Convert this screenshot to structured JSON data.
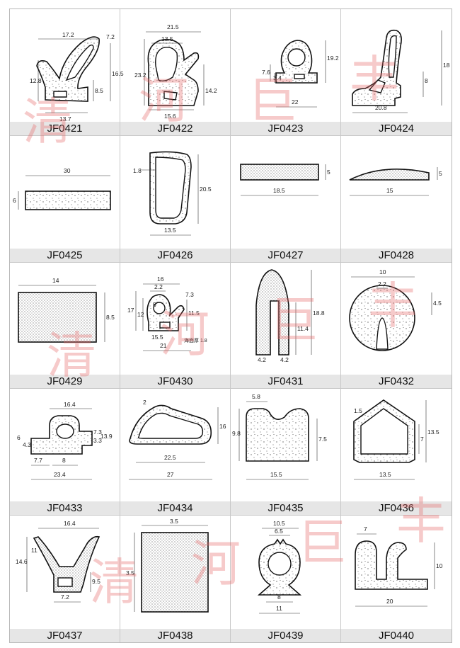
{
  "watermark": {
    "text": [
      "清",
      "河",
      "巨",
      "丰"
    ],
    "color": "#e86a6a"
  },
  "parts": [
    {
      "code": "JF0421",
      "dims": [
        "17.2",
        "7.2",
        "12.8",
        "16.5",
        "8.5",
        "13.7"
      ]
    },
    {
      "code": "JF0422",
      "dims": [
        "21.5",
        "13.5",
        "23.2",
        "14.2",
        "15.6"
      ]
    },
    {
      "code": "JF0423",
      "dims": [
        "7.6",
        "3.4",
        "19.2",
        "22"
      ]
    },
    {
      "code": "JF0424",
      "dims": [
        "18",
        "8",
        "20.8"
      ]
    },
    {
      "code": "JF0425",
      "dims": [
        "30",
        "6"
      ]
    },
    {
      "code": "JF0426",
      "dims": [
        "1.8",
        "20.5",
        "13.5"
      ]
    },
    {
      "code": "JF0427",
      "dims": [
        "5",
        "18.5"
      ]
    },
    {
      "code": "JF0428",
      "dims": [
        "5",
        "15"
      ]
    },
    {
      "code": "JF0429",
      "dims": [
        "14",
        "8.5"
      ]
    },
    {
      "code": "JF0430",
      "dims": [
        "16",
        "2.2",
        "17",
        "12",
        "6",
        "7.3",
        "11.5",
        "15.5",
        "21",
        "海面厚 1.8"
      ]
    },
    {
      "code": "JF0431",
      "dims": [
        "18.8",
        "11.4",
        "4.2",
        "4.2"
      ]
    },
    {
      "code": "JF0432",
      "dims": [
        "10",
        "2.2",
        "4.5"
      ]
    },
    {
      "code": "JF0433",
      "dims": [
        "16.4",
        "6",
        "4.3",
        "7.3",
        "3.3",
        "13.9",
        "7.7",
        "8",
        "23.4"
      ]
    },
    {
      "code": "JF0434",
      "dims": [
        "2",
        "16",
        "22.5",
        "27"
      ]
    },
    {
      "code": "JF0435",
      "dims": [
        "5.8",
        "9.8",
        "7.5",
        "15.5"
      ]
    },
    {
      "code": "JF0436",
      "dims": [
        "1.5",
        "13.5",
        "7",
        "13.5"
      ]
    },
    {
      "code": "JF0437",
      "dims": [
        "16.4",
        "14.6",
        "11",
        "9.5",
        "7.2"
      ]
    },
    {
      "code": "JF0438",
      "dims": [
        "3.5",
        "3.5"
      ]
    },
    {
      "code": "JF0439",
      "dims": [
        "10.5",
        "6.5",
        "8",
        "11"
      ]
    },
    {
      "code": "JF0440",
      "dims": [
        "7",
        "10",
        "20"
      ]
    }
  ]
}
